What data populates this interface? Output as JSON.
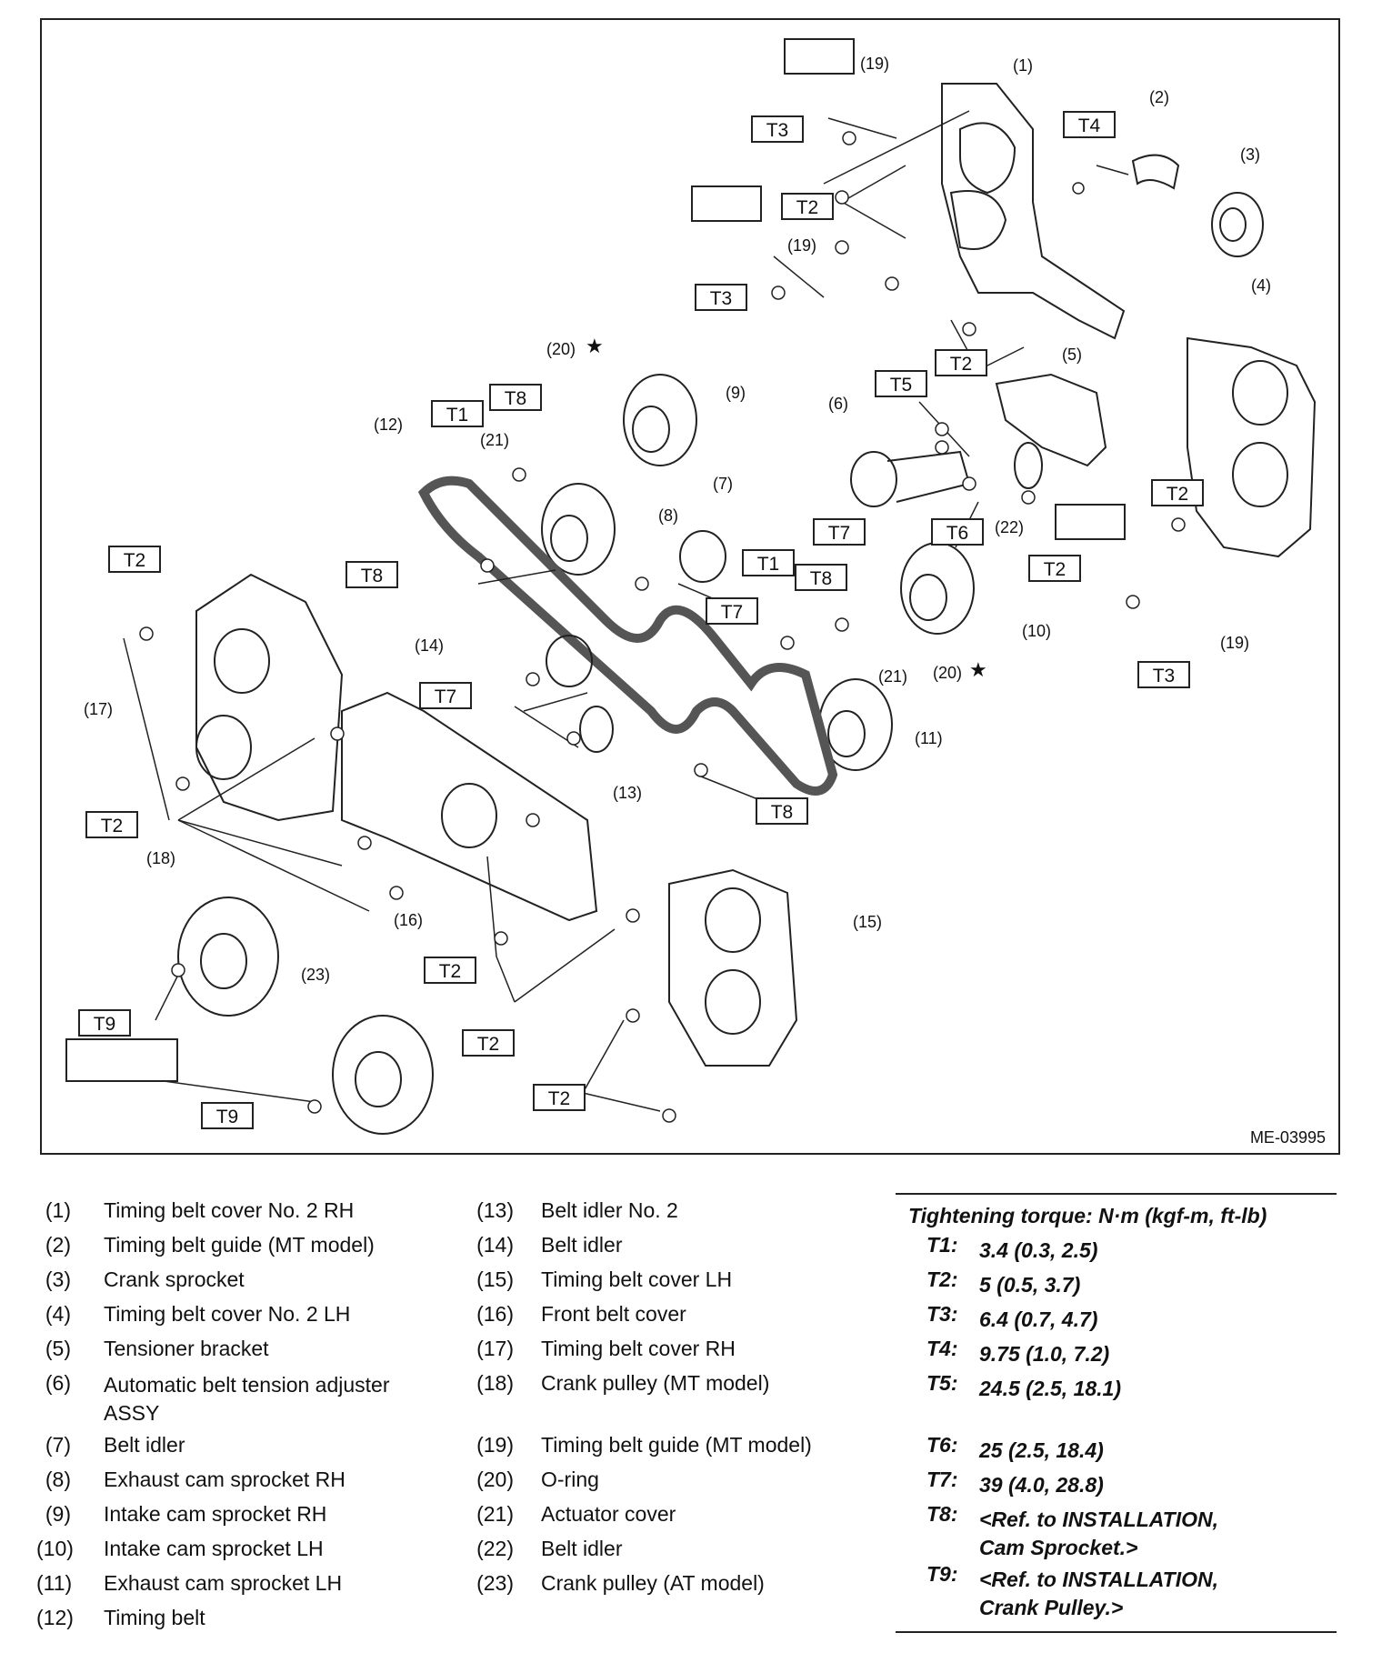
{
  "figure_id": "ME-03995",
  "torque_labels": [
    "T1",
    "T2",
    "T3",
    "T4",
    "T5",
    "T6",
    "T7",
    "T8",
    "T9"
  ],
  "part_numbers": [
    "(1)",
    "(2)",
    "(3)",
    "(4)",
    "(5)",
    "(6)",
    "(7)",
    "(8)",
    "(9)",
    "(10)",
    "(11)",
    "(12)",
    "(13)",
    "(14)",
    "(15)",
    "(16)",
    "(17)",
    "(18)",
    "(19)",
    "(20)",
    "(21)",
    "(22)",
    "(23)"
  ],
  "star_symbol": "★",
  "legend_left": [
    {
      "num": "(1)",
      "name": "Timing belt cover No. 2 RH"
    },
    {
      "num": "(2)",
      "name": "Timing belt guide (MT model)"
    },
    {
      "num": "(3)",
      "name": "Crank sprocket"
    },
    {
      "num": "(4)",
      "name": "Timing belt cover No. 2 LH"
    },
    {
      "num": "(5)",
      "name": "Tensioner bracket"
    },
    {
      "num": "(6)",
      "name": "Automatic belt tension adjuster ASSY"
    },
    {
      "num": "(7)",
      "name": "Belt idler"
    },
    {
      "num": "(8)",
      "name": "Exhaust cam sprocket RH"
    },
    {
      "num": "(9)",
      "name": "Intake cam sprocket RH"
    },
    {
      "num": "(10)",
      "name": "Intake cam sprocket LH"
    },
    {
      "num": "(11)",
      "name": "Exhaust cam sprocket LH"
    },
    {
      "num": "(12)",
      "name": "Timing belt"
    }
  ],
  "legend_mid": [
    {
      "num": "(13)",
      "name": "Belt idler No. 2"
    },
    {
      "num": "(14)",
      "name": "Belt idler"
    },
    {
      "num": "(15)",
      "name": "Timing belt cover LH"
    },
    {
      "num": "(16)",
      "name": "Front belt cover"
    },
    {
      "num": "(17)",
      "name": "Timing belt cover RH"
    },
    {
      "num": "(18)",
      "name": "Crank pulley (MT model)"
    },
    {
      "num": "(19)",
      "name": "Timing belt guide (MT model)"
    },
    {
      "num": "(20)",
      "name": "O-ring"
    },
    {
      "num": "(21)",
      "name": "Actuator cover"
    },
    {
      "num": "(22)",
      "name": "Belt idler"
    },
    {
      "num": "(23)",
      "name": "Crank pulley (AT model)"
    }
  ],
  "torque": {
    "title": "Tightening torque: N·m (kgf-m, ft-lb)",
    "rows": [
      {
        "code": "T1:",
        "value": "3.4 (0.3, 2.5)"
      },
      {
        "code": "T2:",
        "value": "5 (0.5, 3.7)"
      },
      {
        "code": "T3:",
        "value": "6.4 (0.7, 4.7)"
      },
      {
        "code": "T4:",
        "value": "9.75 (1.0, 7.2)"
      },
      {
        "code": "T5:",
        "value": "24.5 (2.5, 18.1)"
      },
      {
        "code": "T6:",
        "value": "25 (2.5, 18.4)"
      },
      {
        "code": "T7:",
        "value": "39 (4.0, 28.8)"
      },
      {
        "code": "T8:",
        "value": "<Ref. to INSTALLATION, Cam Sprocket.>"
      },
      {
        "code": "T9:",
        "value": "<Ref. to INSTALLATION, Crank Pulley.>"
      }
    ]
  }
}
